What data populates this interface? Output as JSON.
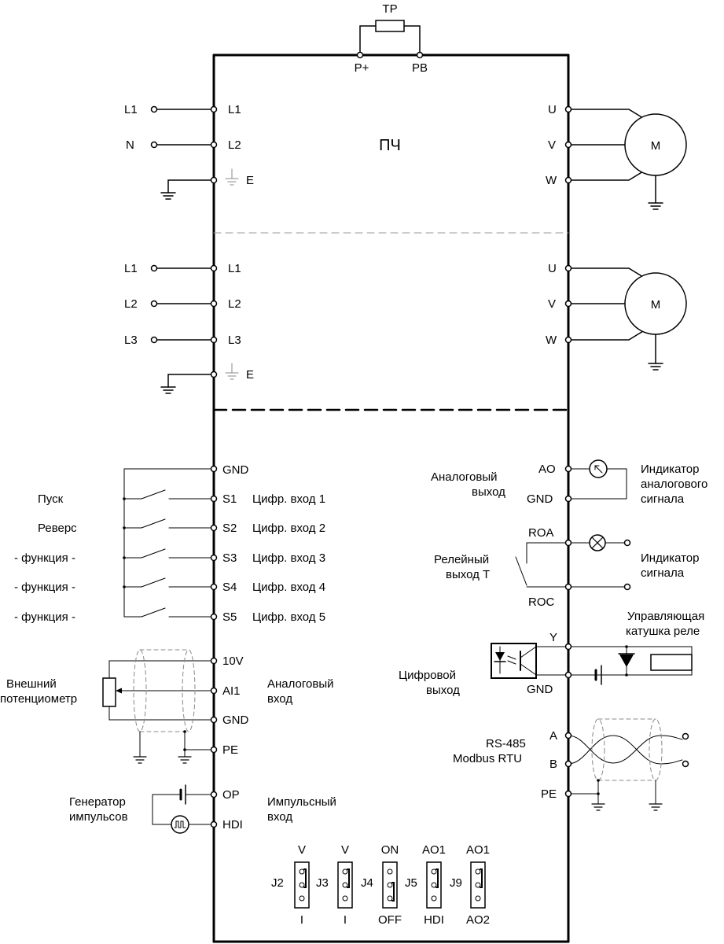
{
  "top": {
    "resistor": "TP",
    "p_plus": "P+",
    "pb": "PB"
  },
  "vfd_label": "ПЧ",
  "single_phase": {
    "src": [
      "L1",
      "N"
    ],
    "term": [
      "L1",
      "L2",
      "E"
    ],
    "out": [
      "U",
      "V",
      "W"
    ],
    "motor": "M"
  },
  "three_phase": {
    "src": [
      "L1",
      "L2",
      "L3"
    ],
    "term": [
      "L1",
      "L2",
      "L3",
      "E"
    ],
    "out": [
      "U",
      "V",
      "W"
    ],
    "motor": "M"
  },
  "digital_inputs": {
    "gnd": "GND",
    "rows": [
      {
        "func": "Пуск",
        "term": "S1",
        "desc": "Цифр. вход 1"
      },
      {
        "func": "Реверс",
        "term": "S2",
        "desc": "Цифр. вход 2"
      },
      {
        "func": "- функция -",
        "term": "S3",
        "desc": "Цифр. вход 3"
      },
      {
        "func": "- функция -",
        "term": "S4",
        "desc": "Цифр. вход 4"
      },
      {
        "func": "- функция -",
        "term": "S5",
        "desc": "Цифр. вход 5"
      }
    ]
  },
  "analog_input": {
    "ext_line1": "Внешний",
    "ext_line2": "потенциометр",
    "terms": [
      "10V",
      "AI1",
      "GND",
      "PE"
    ],
    "desc_line1": "Аналоговый",
    "desc_line2": "вход"
  },
  "pulse_input": {
    "gen_line1": "Генератор",
    "gen_line2": "импульсов",
    "terms": [
      "OP",
      "HDI"
    ],
    "desc_line1": "Импульсный",
    "desc_line2": "вход"
  },
  "analog_output": {
    "label_line1": "Аналоговый",
    "label_line2": "выход",
    "terms": [
      "AO",
      "GND"
    ],
    "ind_line1": "Индикатор",
    "ind_line2": "аналогового",
    "ind_line3": "сигнала"
  },
  "relay_output": {
    "label_line1": "Релейный",
    "label_line2": "выход Т",
    "terms": [
      "ROA",
      "ROC"
    ],
    "ind_line1": "Индикатор",
    "ind_line2": "сигнала"
  },
  "digital_output": {
    "coil_line1": "Управляющая",
    "coil_line2": "катушка реле",
    "label_line1": "Цифровой",
    "label_line2": "выход",
    "terms": [
      "Y",
      "GND"
    ]
  },
  "rs485": {
    "line1": "RS-485",
    "line2": "Modbus RTU",
    "terms": [
      "A",
      "B",
      "PE"
    ]
  },
  "jumpers": [
    {
      "name": "J2",
      "top": "V",
      "bottom": "I",
      "pos": "top"
    },
    {
      "name": "J3",
      "top": "V",
      "bottom": "I",
      "pos": "top"
    },
    {
      "name": "J4",
      "top": "ON",
      "bottom": "OFF",
      "pos": "bottom"
    },
    {
      "name": "J5",
      "top": "AO1",
      "bottom": "HDI",
      "pos": "top"
    },
    {
      "name": "J9",
      "top": "AO1",
      "bottom": "AO2",
      "pos": "top"
    }
  ]
}
